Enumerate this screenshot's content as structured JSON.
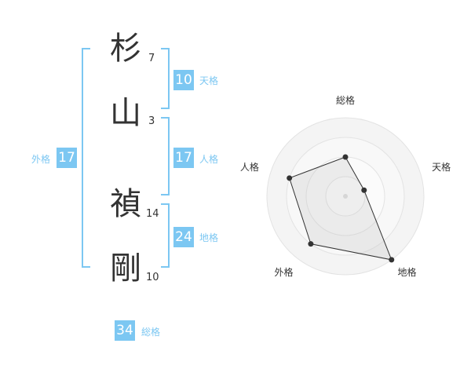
{
  "name": {
    "chars": [
      {
        "char": "杉",
        "strokes": "7"
      },
      {
        "char": "山",
        "strokes": "3"
      },
      {
        "char": "禎",
        "strokes": "14"
      },
      {
        "char": "剛",
        "strokes": "10"
      }
    ]
  },
  "kaku": {
    "tenkaku": {
      "value": "10",
      "label": "天格"
    },
    "jinkaku": {
      "value": "17",
      "label": "人格"
    },
    "chikaku": {
      "value": "24",
      "label": "地格"
    },
    "gaikaku": {
      "value": "17",
      "label": "外格"
    },
    "soukaku": {
      "value": "34",
      "label": "総格"
    }
  },
  "accent_color": "#7cc7f2",
  "chart_data": {
    "type": "radar",
    "axes": [
      "総格",
      "天格",
      "地格",
      "外格",
      "人格"
    ],
    "values": [
      2,
      1,
      4,
      3,
      3
    ],
    "range": [
      0,
      4
    ],
    "rings": 4,
    "grid": true
  }
}
